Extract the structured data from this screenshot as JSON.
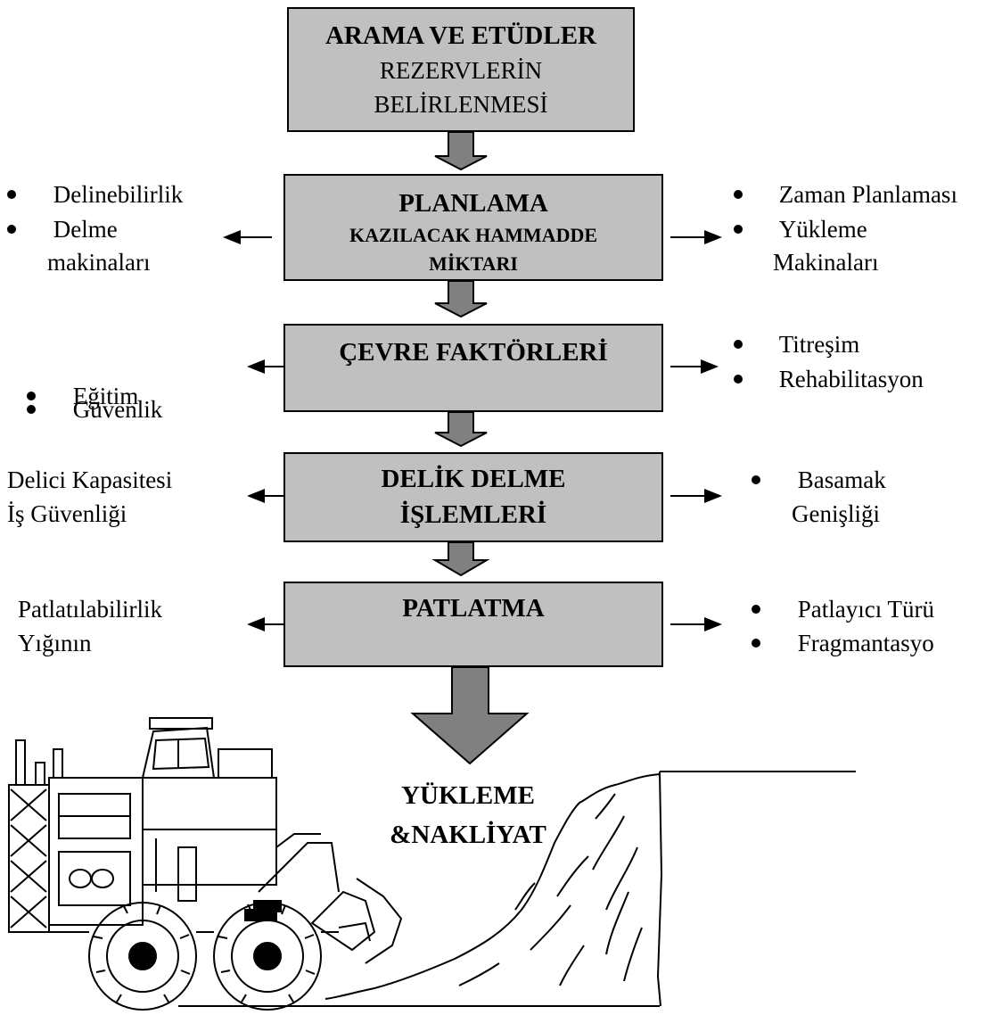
{
  "boxes": {
    "arama": {
      "title": "ARAMA VE ETÜDLER",
      "line1": "REZERVLERİN",
      "line2": "BELİRLENMESİ"
    },
    "planlama": {
      "title": "PLANLAMA",
      "line1": "KAZILACAK HAMMADDE",
      "line2": "MİKTARI"
    },
    "cevre": {
      "title": "ÇEVRE FAKTÖRLERİ"
    },
    "delik": {
      "line1": "DELİK DELME",
      "line2": "İŞLEMLERİ"
    },
    "patlatma": {
      "title": "PATLATMA"
    }
  },
  "planlama_left": [
    "Delinebilirlik",
    "Delme",
    "makinaları"
  ],
  "planlama_right": [
    "Zaman Planlaması",
    "Yükleme",
    "Makinaları"
  ],
  "cevre_left": [
    "Eğitim",
    "Güvenlik"
  ],
  "cevre_right": [
    "Titreşim",
    "Rehabilitasyon"
  ],
  "delik_left": [
    "Delici Kapasitesi",
    "İş Güvenliği"
  ],
  "delik_right": [
    "Basamak",
    "Genişliği"
  ],
  "patlatma_left": [
    "Patlatılabilirlik",
    "Yığının"
  ],
  "patlatma_right": [
    "Patlayıcı Türü",
    "Fragmantasyo"
  ],
  "final": {
    "line1": "YÜKLEME",
    "line2": "&NAKLİYAT"
  }
}
